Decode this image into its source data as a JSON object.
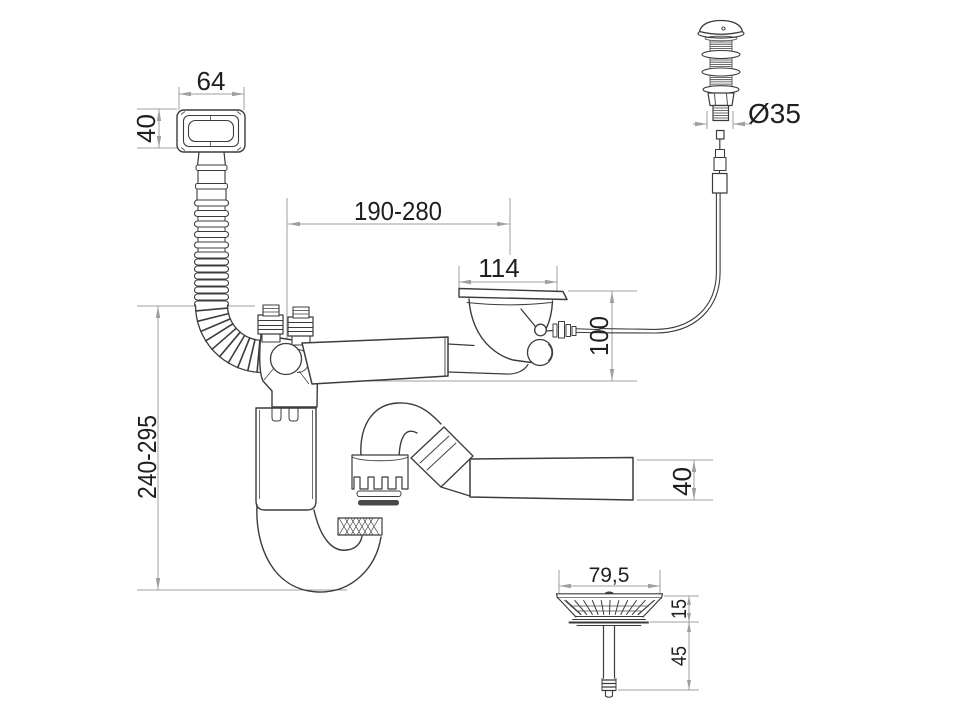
{
  "colors": {
    "outline": "#3c3c3c",
    "dimension_line": "#9f9f9f",
    "dimension_text": "#1f1f1f",
    "background": "#ffffff"
  },
  "dimensions": {
    "overflow_width": "64",
    "overflow_height": "40",
    "adjustable_span": "190-280",
    "flange_diameter": "114",
    "button_diameter": "Ø35",
    "drain_depth": "100",
    "installed_height": "240-295",
    "outlet_diameter": "40",
    "strainer_diameter": "79,5",
    "strainer_height": "15",
    "stem_length": "45"
  }
}
